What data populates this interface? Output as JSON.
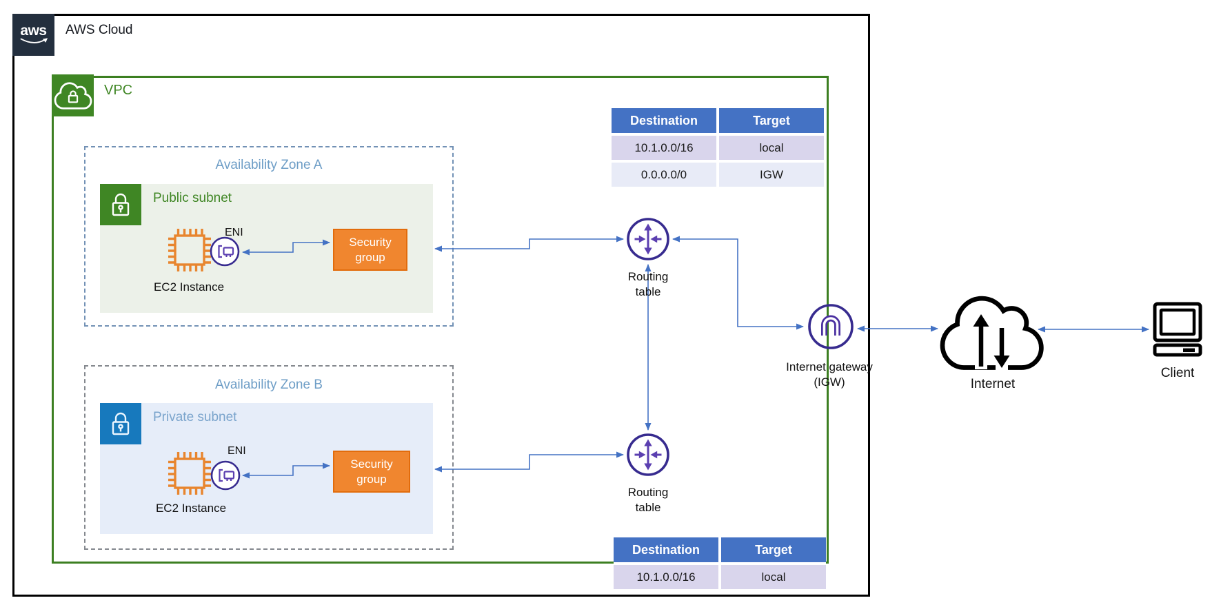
{
  "aws_cloud": {
    "logo_text": "aws",
    "label": "AWS Cloud"
  },
  "vpc": {
    "label": "VPC"
  },
  "availability_zone_a": {
    "label": "Availability Zone A",
    "subnet": {
      "label": "Public subnet"
    },
    "ec2": {
      "label": "EC2 Instance"
    },
    "eni": {
      "label": "ENI"
    },
    "security_group": {
      "label": "Security group"
    }
  },
  "availability_zone_b": {
    "label": "Availability Zone B",
    "subnet": {
      "label": "Private subnet"
    },
    "ec2": {
      "label": "EC2 Instance"
    },
    "eni": {
      "label": "ENI"
    },
    "security_group": {
      "label": "Security group"
    }
  },
  "routing_table_top": {
    "label": "Routing table"
  },
  "routing_table_bottom": {
    "label": "Routing table"
  },
  "route_table_a": {
    "headers": [
      "Destination",
      "Target"
    ],
    "rows": [
      [
        "10.1.0.0/16",
        "local"
      ],
      [
        "0.0.0.0/0",
        "IGW"
      ]
    ]
  },
  "route_table_b": {
    "headers": [
      "Destination",
      "Target"
    ],
    "rows": [
      [
        "10.1.0.0/16",
        "local"
      ]
    ]
  },
  "internet_gateway": {
    "label": "Internet gateway (IGW)"
  },
  "internet": {
    "label": "Internet"
  },
  "client": {
    "label": "Client"
  },
  "connections": [
    {
      "from": "public-subnet",
      "to": "routing-table-top",
      "bidirectional": true
    },
    {
      "from": "private-subnet",
      "to": "routing-table-bottom",
      "bidirectional": true
    },
    {
      "from": "routing-table-top",
      "to": "routing-table-bottom",
      "bidirectional": true
    },
    {
      "from": "routing-table-top",
      "to": "internet-gateway",
      "bidirectional": true
    },
    {
      "from": "internet-gateway",
      "to": "internet",
      "bidirectional": true
    },
    {
      "from": "internet",
      "to": "client",
      "bidirectional": true
    },
    {
      "from": "eni-a",
      "to": "security-group-a",
      "bidirectional": true
    },
    {
      "from": "eni-b",
      "to": "security-group-b",
      "bidirectional": true
    }
  ],
  "colors": {
    "connector_blue": "#4472C4",
    "network_purple": "#372B8F",
    "network_purple_light": "#5B3FB0",
    "ec2_orange": "#E8852E",
    "security_group_fill": "#F0862F",
    "security_group_border": "#E26C0C",
    "vpc_green": "#3F8624",
    "subnet_blue": "#1779BD",
    "table_header_blue": "#4472C4",
    "table_row_lavender": "#D9D5EC",
    "table_row_light": "#E8EBF7",
    "aws_navy": "#232F3E"
  }
}
